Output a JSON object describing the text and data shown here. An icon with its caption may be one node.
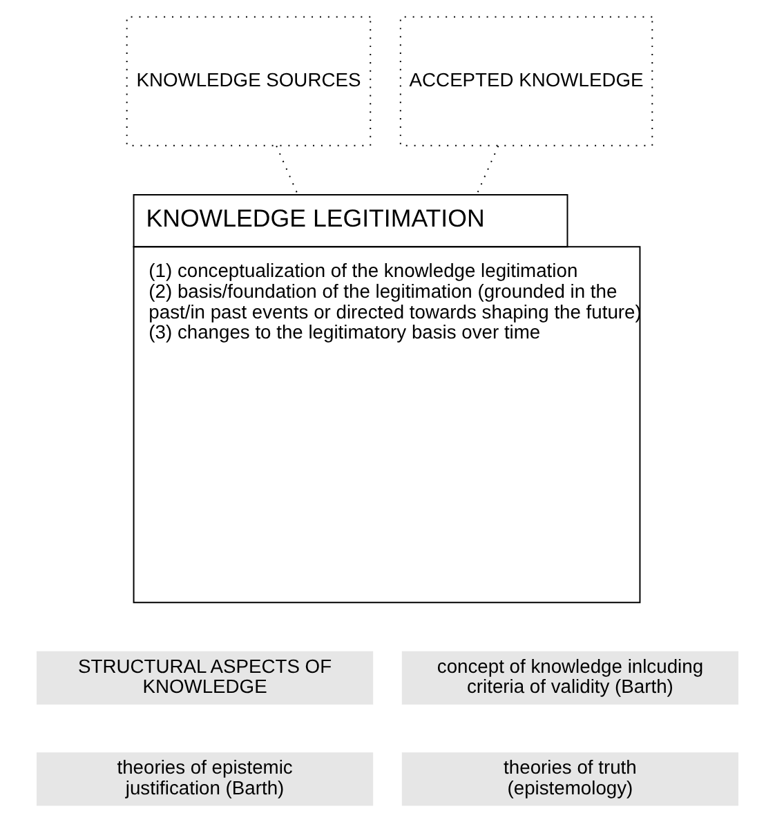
{
  "diagram": {
    "nodes": [
      {
        "text": [
          "KNOWLEDGE SOURCES"
        ]
      },
      {
        "text": [
          "ACCEPTED KNOWLEDGE"
        ]
      },
      {
        "text": [
          "KNOWLEDGE LEGITIMATION",
          "(1) conceptualization of the knowledge legitimation",
          "(2) basis/foundation of the legitimation (grounded in the past/in past events or directed towards shaping the future)",
          "(3) changes to the legitimatory basis over time"
        ]
      },
      {
        "text": [
          "STRUCTURAL ASPECTS OF KNOWLEDGE"
        ]
      },
      {
        "text": [
          "concept of knowledge inlcuding criteria of validity (Barth)"
        ]
      },
      {
        "text": [
          "theories of epistemic justification (Barth)"
        ]
      },
      {
        "text": [
          "theories of truth (epistemology)"
        ]
      }
    ],
    "edges": [
      {
        "from": 0,
        "to": 2,
        "arrow": "none",
        "style": "dashed"
      },
      {
        "from": 1,
        "to": 2,
        "arrow": "none",
        "style": "dashed"
      }
    ]
  }
}
